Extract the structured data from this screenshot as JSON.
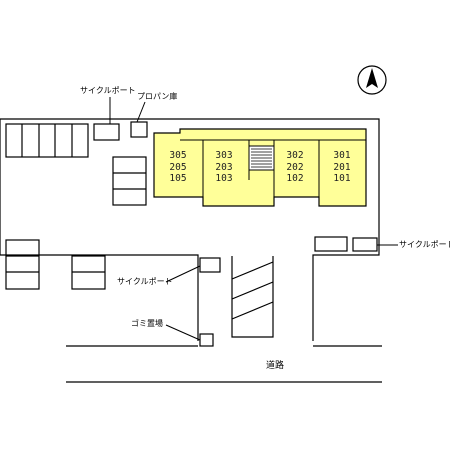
{
  "labels": {
    "cycle_port_top": "サイクルポート",
    "propane": "プロパン庫",
    "cycle_port_right": "サイクルポート",
    "cycle_port_mid": "サイクルポート",
    "garbage": "ゴミ置場",
    "road": "道路"
  },
  "units": {
    "col1": [
      "305",
      "205",
      "105"
    ],
    "col2": [
      "303",
      "203",
      "103"
    ],
    "col3": [
      "302",
      "202",
      "102"
    ],
    "col4": [
      "301",
      "201",
      "101"
    ]
  },
  "colors": {
    "building_fill": "#ffff99",
    "line": "#000000"
  },
  "icons": {
    "north": "north-arrow-icon"
  }
}
